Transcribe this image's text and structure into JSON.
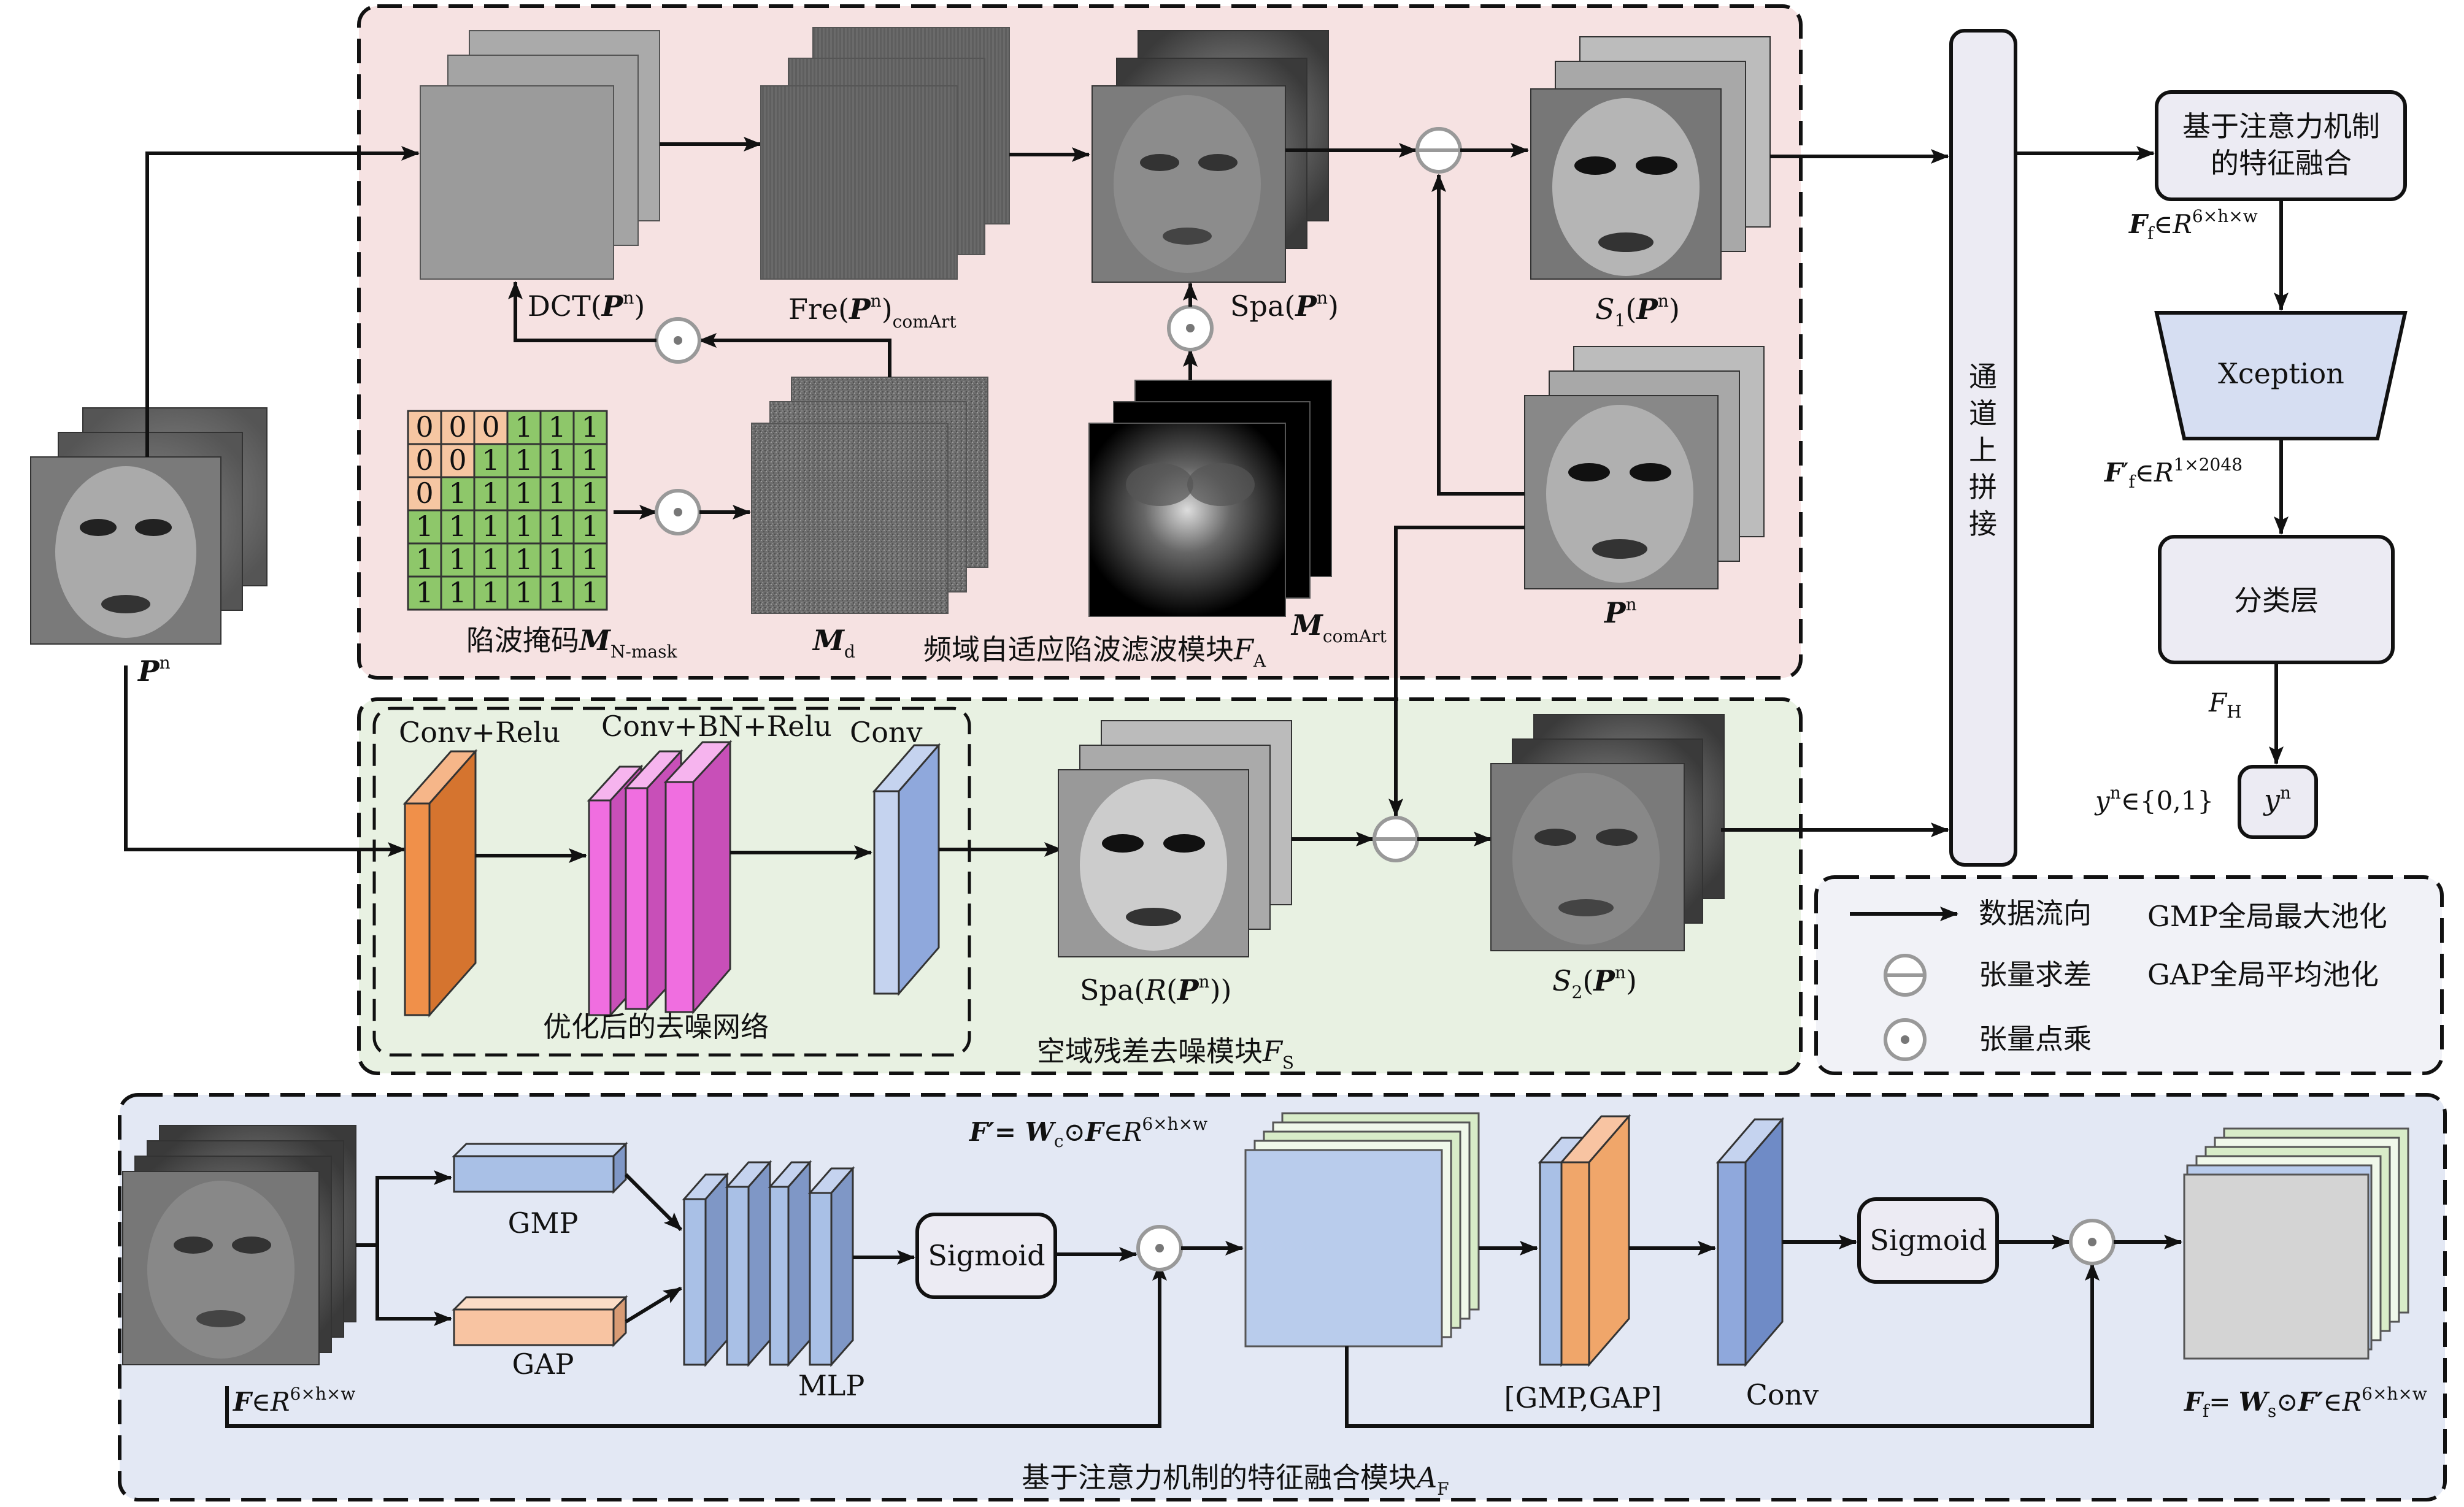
{
  "colors": {
    "module_fa_bg": "#f6e2e2",
    "module_fs_bg": "#e8f1e2",
    "module_af_bg": "#e3e8f4",
    "legend_bg": "#f1f2f7",
    "mask_zero": "#f6c6a2",
    "mask_one": "#8ec76a",
    "conv_relu": "#f0904a",
    "conv_bn_relu": "#f06ee0",
    "conv": "#8fa8dc",
    "xception": "#d6def2",
    "process_box": "#ecebf3",
    "gmp_bar": "#a9c0e6",
    "gap_bar": "#f8c4a2",
    "concat_orange": "#f0a66a"
  },
  "module_fa": {
    "title": "频域自适应陷波滤波模块",
    "symbol": "F",
    "symbol_sub": "A",
    "dct_label": "DCT(",
    "dct_var": "P",
    "dct_sup": "n",
    "dct_close": ")",
    "fre_label": "Fre(",
    "fre_var": "P",
    "fre_sup": "n",
    "fre_close": ")",
    "fre_sub": "comArt",
    "spa_label": "Spa(",
    "spa_var": "P",
    "spa_sup": "n",
    "spa_close": ")",
    "s1_label": "S",
    "s1_sub": "1",
    "s1_open": "(",
    "s1_var": "P",
    "s1_sup": "n",
    "s1_close": ")",
    "pn_label": "P",
    "pn_sup": "n",
    "mask_caption": "陷波掩码",
    "mask_symbol": "M",
    "mask_sub": "N-mask",
    "md_symbol": "M",
    "md_sub": "d",
    "mcomart_symbol": "M",
    "mcomart_sub": "comArt",
    "mask_grid": [
      [
        0,
        0,
        0,
        1,
        1,
        1
      ],
      [
        0,
        0,
        1,
        1,
        1,
        1
      ],
      [
        0,
        1,
        1,
        1,
        1,
        1
      ],
      [
        1,
        1,
        1,
        1,
        1,
        1
      ],
      [
        1,
        1,
        1,
        1,
        1,
        1
      ],
      [
        1,
        1,
        1,
        1,
        1,
        1
      ]
    ]
  },
  "input": {
    "label": "P",
    "sup": "n"
  },
  "module_fs": {
    "title": "空域残差去噪模块",
    "symbol": "F",
    "symbol_sub": "S",
    "conv_relu": "Conv+Relu",
    "conv_bn_relu": "Conv+BN+Relu",
    "conv": "Conv",
    "net_caption": "优化后的去噪网络",
    "spar_label": "Spa(",
    "spar_r": "R",
    "spar_open": "(",
    "spar_var": "P",
    "spar_sup": "n",
    "spar_close": "))",
    "s2_label": "S",
    "s2_sub": "2",
    "s2_open": "(",
    "s2_var": "P",
    "s2_sup": "n",
    "s2_close": ")"
  },
  "concat": {
    "label_chars": [
      "通",
      "道",
      "上",
      "拼",
      "接"
    ]
  },
  "right_pipeline": {
    "fusion_line1": "基于注意力机制",
    "fusion_line2": "的特征融合",
    "ff_var": "F",
    "ff_sub": "f",
    "ff_in": "∈",
    "ff_set": "R",
    "ff_sup": "6×h×w",
    "xception": "Xception",
    "ffp_var": "F",
    "ffp_prime": "′",
    "ffp_sub": "f",
    "ffp_in": "∈",
    "ffp_set": "R",
    "ffp_sup": "1×2048",
    "classifier": "分类层",
    "fh_var": "F",
    "fh_sub": "H",
    "yn_var": "y",
    "yn_sup": "n",
    "yn_set": "∈{0,1}",
    "out_var": "y",
    "out_sup": "n"
  },
  "legend": {
    "flow": "数据流向",
    "diff": "张量求差",
    "dot": "张量点乘",
    "gmp": "GMP全局最大池化",
    "gap": "GAP全局平均池化"
  },
  "module_af": {
    "title": "基于注意力机制的特征融合模块",
    "symbol": "A",
    "symbol_sub": "F",
    "gmp": "GMP",
    "gap": "GAP",
    "mlp": "MLP",
    "sigmoid1": "Sigmoid",
    "sigmoid2": "Sigmoid",
    "concat_label": "[GMP,GAP]",
    "conv": "Conv",
    "in_var": "F",
    "in_in": "∈",
    "in_set": "R",
    "in_sup": "6×h×w",
    "fprime_eq": "F′= ",
    "fprime_w": "W",
    "fprime_wsub": "c",
    "fprime_op": "⊙",
    "fprime_f": "F",
    "fprime_in": "∈",
    "fprime_set": "R",
    "fprime_sup": "6×h×w",
    "out_var": "F",
    "out_sub": "f",
    "out_eq": "= ",
    "out_w": "W",
    "out_wsub": "s",
    "out_op": "⊙",
    "out_f": "F′",
    "out_in": "∈",
    "out_set": "R",
    "out_sup": "6×h×w"
  }
}
